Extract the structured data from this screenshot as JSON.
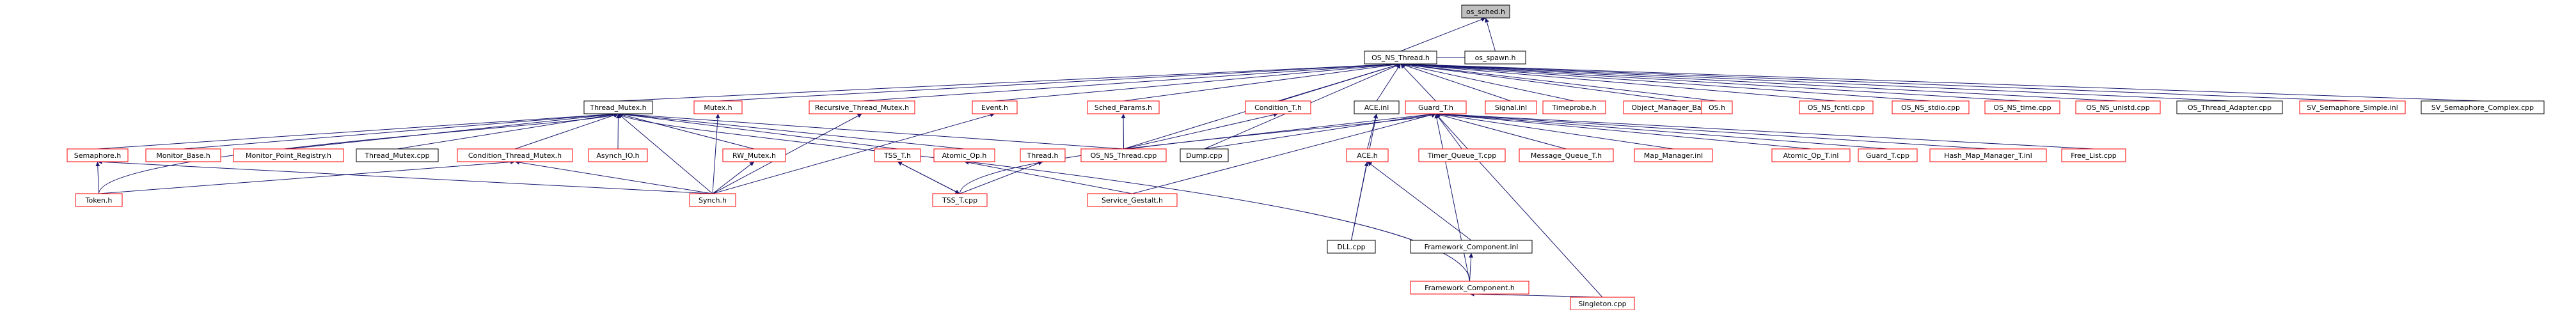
{
  "graph": {
    "colors": {
      "edge": "#191970",
      "node_default": "#000000",
      "node_red": "#ff0000",
      "node_root_fill": "#bfbfbf"
    },
    "nodes": [
      {
        "id": "os_sched",
        "label": "os_sched.h",
        "style": "root"
      },
      {
        "id": "os_spawn",
        "label": "os_spawn.h",
        "style": "black"
      },
      {
        "id": "os_ns_thread",
        "label": "OS_NS_Thread.h",
        "style": "black"
      },
      {
        "id": "thread_mutex",
        "label": "Thread_Mutex.h",
        "style": "black"
      },
      {
        "id": "mutex",
        "label": "Mutex.h",
        "style": "red"
      },
      {
        "id": "recursive_thread_mutex",
        "label": "Recursive_Thread_Mutex.h",
        "style": "red"
      },
      {
        "id": "event",
        "label": "Event.h",
        "style": "red"
      },
      {
        "id": "sched_params",
        "label": "Sched_Params.h",
        "style": "red"
      },
      {
        "id": "condition_t",
        "label": "Condition_T.h",
        "style": "red"
      },
      {
        "id": "ace_inl",
        "label": "ACE.inl",
        "style": "black"
      },
      {
        "id": "guard_t_h",
        "label": "Guard_T.h",
        "style": "red"
      },
      {
        "id": "signal_inl",
        "label": "Signal.inl",
        "style": "red"
      },
      {
        "id": "timeprobe",
        "label": "Timeprobe.h",
        "style": "red"
      },
      {
        "id": "object_manager_base",
        "label": "Object_Manager_Base.cpp",
        "style": "red"
      },
      {
        "id": "os_h",
        "label": "OS.h",
        "style": "red"
      },
      {
        "id": "os_ns_fcntl",
        "label": "OS_NS_fcntl.cpp",
        "style": "red"
      },
      {
        "id": "os_ns_stdio",
        "label": "OS_NS_stdio.cpp",
        "style": "red"
      },
      {
        "id": "os_ns_time",
        "label": "OS_NS_time.cpp",
        "style": "red"
      },
      {
        "id": "os_ns_unistd",
        "label": "OS_NS_unistd.cpp",
        "style": "red"
      },
      {
        "id": "os_thread_adapter",
        "label": "OS_Thread_Adapter.cpp",
        "style": "black"
      },
      {
        "id": "sv_semaphore_simple",
        "label": "SV_Semaphore_Simple.inl",
        "style": "red"
      },
      {
        "id": "sv_semaphore_complex",
        "label": "SV_Semaphore_Complex.cpp",
        "style": "black"
      },
      {
        "id": "semaphore",
        "label": "Semaphore.h",
        "style": "red"
      },
      {
        "id": "monitor_base",
        "label": "Monitor_Base.h",
        "style": "red"
      },
      {
        "id": "monitor_point_registry",
        "label": "Monitor_Point_Registry.h",
        "style": "red"
      },
      {
        "id": "thread_mutex_cpp",
        "label": "Thread_Mutex.cpp",
        "style": "black"
      },
      {
        "id": "condition_thread_mutex",
        "label": "Condition_Thread_Mutex.h",
        "style": "red"
      },
      {
        "id": "asynch_io",
        "label": "Asynch_IO.h",
        "style": "red"
      },
      {
        "id": "rw_mutex",
        "label": "RW_Mutex.h",
        "style": "red"
      },
      {
        "id": "tss_t_h",
        "label": "TSS_T.h",
        "style": "red"
      },
      {
        "id": "atomic_op_h",
        "label": "Atomic_Op.h",
        "style": "red"
      },
      {
        "id": "thread_h",
        "label": "Thread.h",
        "style": "red"
      },
      {
        "id": "os_ns_thread_cpp",
        "label": "OS_NS_Thread.cpp",
        "style": "red"
      },
      {
        "id": "dump_cpp",
        "label": "Dump.cpp",
        "style": "black"
      },
      {
        "id": "ace_h",
        "label": "ACE.h",
        "style": "red"
      },
      {
        "id": "timer_queue_t",
        "label": "Timer_Queue_T.cpp",
        "style": "red"
      },
      {
        "id": "message_queue_t",
        "label": "Message_Queue_T.h",
        "style": "red"
      },
      {
        "id": "map_manager",
        "label": "Map_Manager.inl",
        "style": "red"
      },
      {
        "id": "atomic_op_t",
        "label": "Atomic_Op_T.inl",
        "style": "red"
      },
      {
        "id": "guard_t_cpp",
        "label": "Guard_T.cpp",
        "style": "red"
      },
      {
        "id": "hash_map_manager",
        "label": "Hash_Map_Manager_T.inl",
        "style": "red"
      },
      {
        "id": "free_list",
        "label": "Free_List.cpp",
        "style": "red"
      },
      {
        "id": "token",
        "label": "Token.h",
        "style": "red"
      },
      {
        "id": "synch",
        "label": "Synch.h",
        "style": "red"
      },
      {
        "id": "tss_t_cpp",
        "label": "TSS_T.cpp",
        "style": "red"
      },
      {
        "id": "service_gestalt",
        "label": "Service_Gestalt.h",
        "style": "red"
      },
      {
        "id": "dll_cpp",
        "label": "DLL.cpp",
        "style": "black"
      },
      {
        "id": "framework_component_inl",
        "label": "Framework_Component.inl",
        "style": "black"
      },
      {
        "id": "framework_component_h",
        "label": "Framework_Component.h",
        "style": "red"
      },
      {
        "id": "singleton",
        "label": "Singleton.cpp",
        "style": "red"
      }
    ],
    "edges": [
      [
        "os_spawn",
        "os_sched"
      ],
      [
        "os_ns_thread",
        "os_sched"
      ],
      [
        "os_ns_thread",
        "os_spawn"
      ],
      [
        "thread_mutex",
        "os_ns_thread"
      ],
      [
        "mutex",
        "os_ns_thread"
      ],
      [
        "recursive_thread_mutex",
        "os_ns_thread"
      ],
      [
        "event",
        "os_ns_thread"
      ],
      [
        "sched_params",
        "os_ns_thread"
      ],
      [
        "condition_t",
        "os_ns_thread"
      ],
      [
        "ace_inl",
        "os_ns_thread"
      ],
      [
        "guard_t_h",
        "os_ns_thread"
      ],
      [
        "signal_inl",
        "os_ns_thread"
      ],
      [
        "timeprobe",
        "os_ns_thread"
      ],
      [
        "object_manager_base",
        "os_ns_thread"
      ],
      [
        "os_h",
        "os_ns_thread"
      ],
      [
        "os_ns_fcntl",
        "os_ns_thread"
      ],
      [
        "os_ns_stdio",
        "os_ns_thread"
      ],
      [
        "os_ns_time",
        "os_ns_thread"
      ],
      [
        "os_ns_unistd",
        "os_ns_thread"
      ],
      [
        "os_thread_adapter",
        "os_ns_thread"
      ],
      [
        "sv_semaphore_simple",
        "os_ns_thread"
      ],
      [
        "sv_semaphore_complex",
        "os_ns_thread"
      ],
      [
        "os_ns_thread_cpp",
        "os_ns_thread"
      ],
      [
        "dump_cpp",
        "os_ns_thread"
      ],
      [
        "semaphore",
        "thread_mutex"
      ],
      [
        "monitor_base",
        "thread_mutex"
      ],
      [
        "monitor_point_registry",
        "thread_mutex"
      ],
      [
        "thread_mutex_cpp",
        "thread_mutex"
      ],
      [
        "condition_thread_mutex",
        "thread_mutex"
      ],
      [
        "asynch_io",
        "thread_mutex"
      ],
      [
        "rw_mutex",
        "thread_mutex"
      ],
      [
        "tss_t_h",
        "thread_mutex"
      ],
      [
        "atomic_op_h",
        "thread_mutex"
      ],
      [
        "os_ns_thread_cpp",
        "thread_mutex"
      ],
      [
        "synch",
        "thread_mutex"
      ],
      [
        "token",
        "thread_mutex"
      ],
      [
        "framework_component_h",
        "thread_mutex"
      ],
      [
        "synch",
        "mutex"
      ],
      [
        "synch",
        "recursive_thread_mutex"
      ],
      [
        "synch",
        "event"
      ],
      [
        "os_ns_thread_cpp",
        "sched_params"
      ],
      [
        "os_ns_thread_cpp",
        "condition_t"
      ],
      [
        "dll_cpp",
        "ace_inl"
      ],
      [
        "ace_h",
        "ace_inl"
      ],
      [
        "dump_cpp",
        "guard_t_h"
      ],
      [
        "timer_queue_t",
        "guard_t_h"
      ],
      [
        "message_queue_t",
        "guard_t_h"
      ],
      [
        "map_manager",
        "guard_t_h"
      ],
      [
        "atomic_op_t",
        "guard_t_h"
      ],
      [
        "guard_t_cpp",
        "guard_t_h"
      ],
      [
        "hash_map_manager",
        "guard_t_h"
      ],
      [
        "free_list",
        "guard_t_h"
      ],
      [
        "framework_component_h",
        "guard_t_h"
      ],
      [
        "singleton",
        "guard_t_h"
      ],
      [
        "tss_t_cpp",
        "guard_t_h"
      ],
      [
        "service_gestalt",
        "guard_t_h"
      ],
      [
        "os_ns_thread_cpp",
        "guard_t_h"
      ],
      [
        "token",
        "semaphore"
      ],
      [
        "synch",
        "semaphore"
      ],
      [
        "token",
        "condition_thread_mutex"
      ],
      [
        "synch",
        "condition_thread_mutex"
      ],
      [
        "synch",
        "rw_mutex"
      ],
      [
        "tss_t_cpp",
        "tss_t_h"
      ],
      [
        "service_gestalt",
        "atomic_op_h"
      ],
      [
        "tss_t_cpp",
        "thread_h"
      ],
      [
        "tss_t_h",
        "tss_t_cpp"
      ],
      [
        "dll_cpp",
        "ace_h"
      ],
      [
        "framework_component_inl",
        "ace_h"
      ],
      [
        "framework_component_h",
        "framework_component_inl"
      ],
      [
        "singleton",
        "framework_component_h"
      ]
    ]
  }
}
